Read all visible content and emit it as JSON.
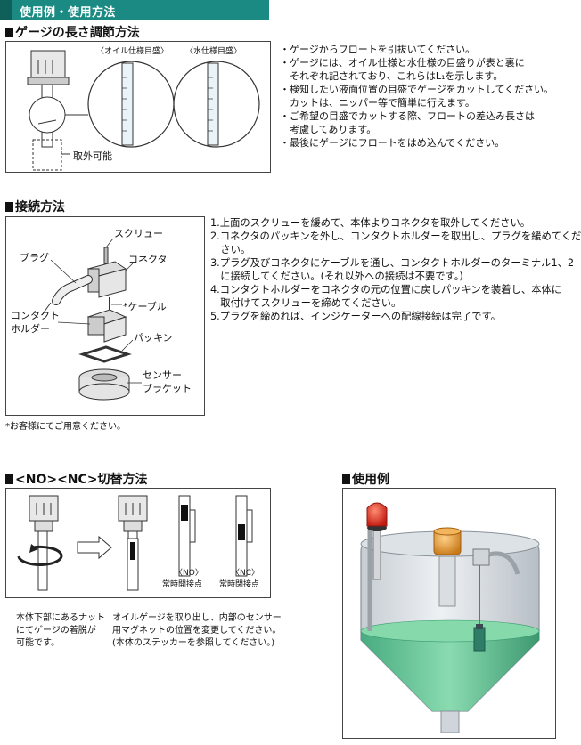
{
  "banner": {
    "title": "使用例・使用方法"
  },
  "section1": {
    "title": "ゲージの長さ調節方法",
    "labels": {
      "oil": "〈オイル仕様目盛〉",
      "water": "〈水仕様目盛〉",
      "removable": "取外可能"
    },
    "bullets": [
      "・ゲージからフロートを引抜いてください。",
      "・ゲージには、オイル仕様と水仕様の目盛りが表と裏に",
      "　それぞれ記されており、これらはL₁を示します。",
      "・検知したい液面位置の目盛でゲージをカットしてください。",
      "　カットは、ニッパー等で簡単に行えます。",
      "・ご希望の目盛でカットする際、フロートの差込み長さは",
      "　考慮してあります。",
      "・最後にゲージにフロートをはめ込んでください。"
    ]
  },
  "section2": {
    "title": "接続方法",
    "labels": {
      "screw": "スクリュー",
      "plug": "プラグ",
      "connector": "コネクタ",
      "cable": "*ケーブル",
      "holder1": "コンタクト",
      "holder2": "ホルダー",
      "packing": "パッキン",
      "bracket1": "センサー",
      "bracket2": "ブラケット"
    },
    "note": "*お客様にてご用意ください。",
    "steps": [
      "1.上面のスクリューを緩めて、本体よりコネクタを取外してください。",
      "2.コネクタのパッキンを外し、コンタクトホルダーを取出し、プラグを緩めてくだ",
      "　さい。",
      "3.プラグ及びコネクタにケーブルを通し、コンタクトホルダーのターミナル1、2",
      "　に接続してください。(それ以外への接続は不要です。)",
      "4.コンタクトホルダーをコネクタの元の位置に戻しパッキンを装着し、本体に",
      "　取付けてスクリューを締めてください。",
      "5.プラグを締めれば、インジケーターへの配線接続は完了です。"
    ]
  },
  "section3": {
    "title": "<NO><NC>切替方法",
    "no_label": "〈NO〉",
    "no_sub": "常時開接点",
    "nc_label": "〈NC〉",
    "nc_sub": "常時閉接点",
    "left_text": [
      "本体下部にあるナット",
      "にてゲージの着脱が",
      "可能です。"
    ],
    "right_text": [
      "オイルゲージを取り出し、内部のセンサー",
      "用マグネットの位置を変更してください。",
      "(本体のステッカーを参照してください。)"
    ]
  },
  "section4": {
    "title": "使用例"
  },
  "colors": {
    "banner": "#1a8a82",
    "liquid": "#4fbf8c",
    "lamp": "#d8261c",
    "float": "#e8a23a"
  }
}
